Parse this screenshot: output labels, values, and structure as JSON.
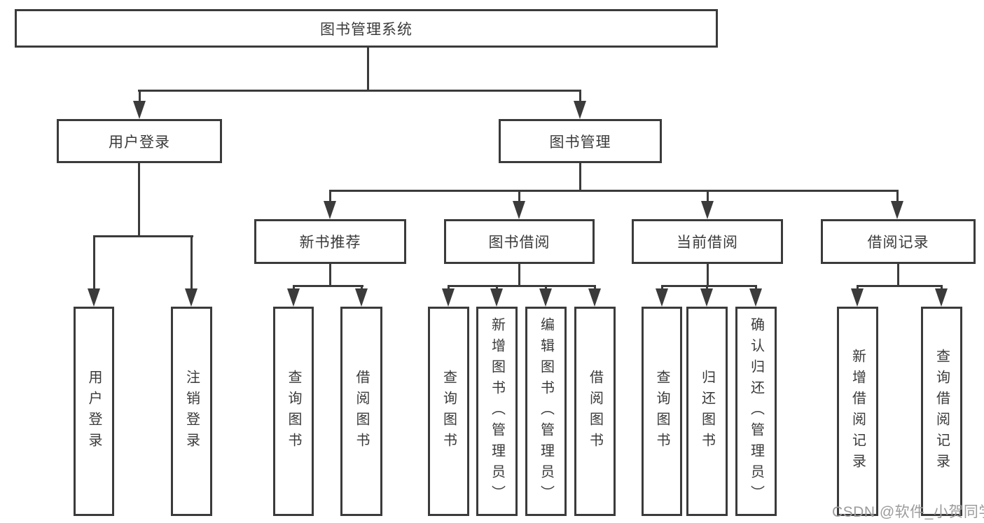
{
  "colors": {
    "line": "#3b3b3b",
    "text": "#3a3a3a",
    "background": "#ffffff",
    "watermark": "#9c9c9c"
  },
  "tree": {
    "label": "图书管理系统",
    "children": [
      {
        "label": "用户登录",
        "children": [
          {
            "label": "用户登录"
          },
          {
            "label": "注销登录"
          }
        ]
      },
      {
        "label": "图书管理",
        "children": [
          {
            "label": "新书推荐",
            "children": [
              {
                "label": "查询图书"
              },
              {
                "label": "借阅图书"
              }
            ]
          },
          {
            "label": "图书借阅",
            "children": [
              {
                "label": "查询图书"
              },
              {
                "label": "新增图书（管理员）"
              },
              {
                "label": "编辑图书（管理员）"
              },
              {
                "label": "借阅图书"
              }
            ]
          },
          {
            "label": "当前借阅",
            "children": [
              {
                "label": "查询图书"
              },
              {
                "label": "归还图书"
              },
              {
                "label": "确认归还（管理员）"
              }
            ]
          },
          {
            "label": "借阅记录",
            "children": [
              {
                "label": "新增借阅记录"
              },
              {
                "label": "查询借阅记录"
              }
            ]
          }
        ]
      }
    ]
  },
  "watermark": {
    "text": "CSDN @软件_小贺同学"
  }
}
